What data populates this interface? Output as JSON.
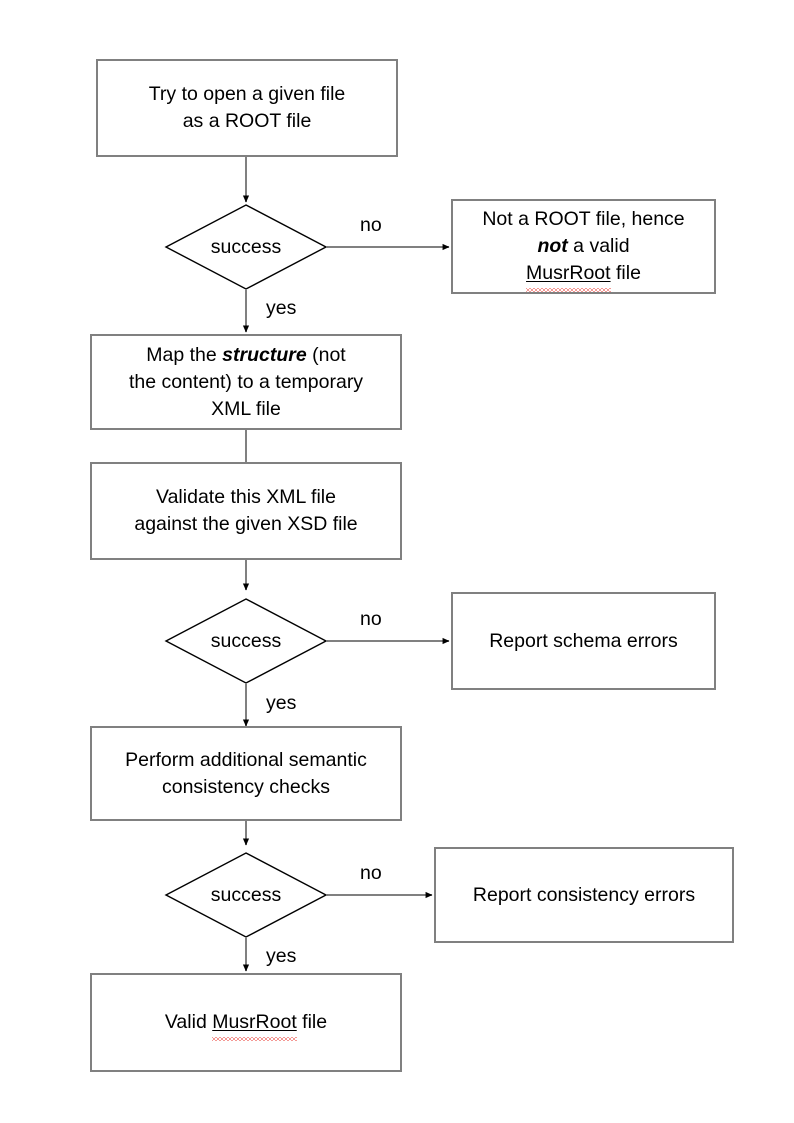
{
  "diagram": {
    "title": "MusrRoot file validation flowchart",
    "type": "flowchart",
    "colors": {
      "box_border": "#808080",
      "diamond_border": "#000000",
      "edge": "#808080",
      "arrowhead": "#000000",
      "text": "#000000",
      "spellcheck_underline": "#e8322a",
      "background": "#ffffff"
    }
  },
  "nodes": {
    "open_file": {
      "shape": "process",
      "line1": "Try to open a given file",
      "line2": "as a ROOT file"
    },
    "decision_open": {
      "shape": "decision",
      "label": "success"
    },
    "not_root": {
      "shape": "process",
      "line1": "Not a ROOT file, hence",
      "line2_em": "not",
      "line2_rest": " a valid",
      "line3_spell": "MusrRoot",
      "line3_rest": " file"
    },
    "map_structure": {
      "shape": "process",
      "line1_pre": "Map the ",
      "line1_em": "structure",
      "line1_post": " (not",
      "line2": "the content) to a temporary",
      "line3": "XML file"
    },
    "validate_xml": {
      "shape": "process",
      "line1": "Validate this XML file",
      "line2": "against the given XSD file"
    },
    "decision_schema": {
      "shape": "decision",
      "label": "success"
    },
    "report_schema": {
      "shape": "process",
      "line1": "Report schema errors"
    },
    "semantic_checks": {
      "shape": "process",
      "line1": "Perform additional semantic",
      "line2": "consistency checks"
    },
    "decision_consistency": {
      "shape": "decision",
      "label": "success"
    },
    "report_consistency": {
      "shape": "process",
      "line1": "Report consistency errors"
    },
    "valid_file": {
      "shape": "terminal",
      "line1_pre": "Valid ",
      "line1_spell": "MusrRoot",
      "line1_post": " file"
    }
  },
  "edge_labels": {
    "no_open": "no",
    "yes_open": "yes",
    "no_schema": "no",
    "yes_schema": "yes",
    "no_consistency": "no",
    "yes_consistency": "yes"
  }
}
